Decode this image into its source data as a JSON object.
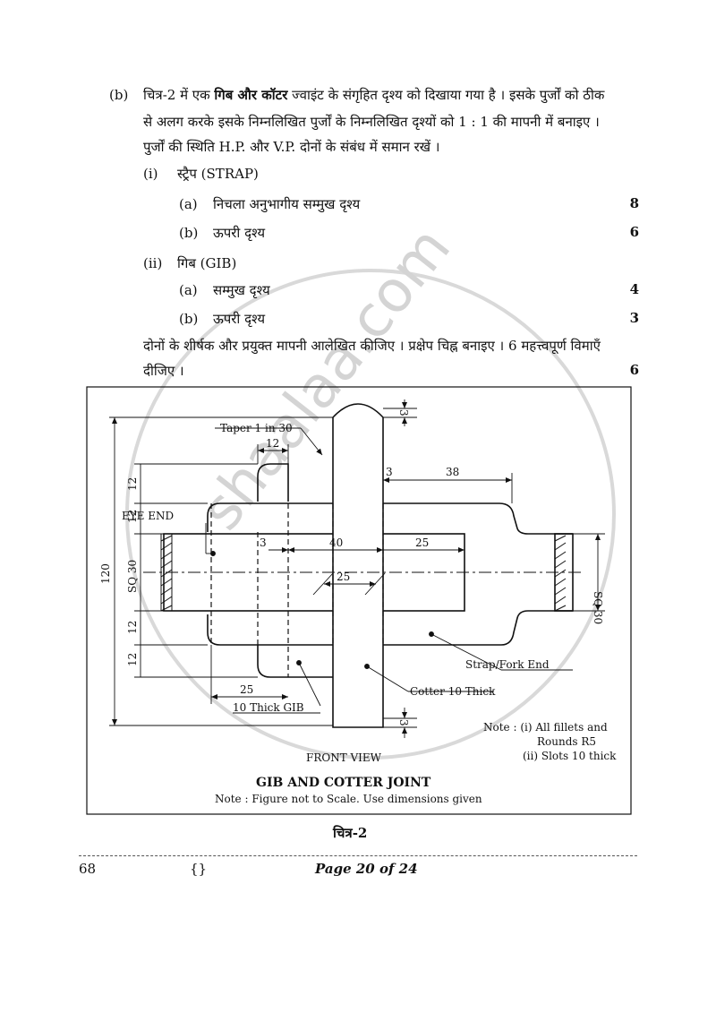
{
  "question": {
    "label": "(b)",
    "line1_a": "चित्र-2 में एक ",
    "line1_bold": "गिब और कॉटर",
    "line1_b": " ज्वाइंट के संगृहित दृश्य को दिखाया गया है । इसके पुर्जों को ठीक",
    "line2": "से अलग करके इसके निम्नलिखित पुर्जों के निम्नलिखित दृश्यों को 1 : 1 की मापनी में बनाइए ।",
    "line3": "पुर्जों की स्थिति H.P. और V.P. दोनों के संबंध में समान रखें ।",
    "parts": [
      {
        "num": "(i)",
        "title": "स्ट्रैप (STRAP)",
        "items": [
          {
            "label": "(a)",
            "text": "निचला अनुभागीय सम्मुख दृश्य",
            "marks": "8"
          },
          {
            "label": "(b)",
            "text": "ऊपरी दृश्य",
            "marks": "6"
          }
        ]
      },
      {
        "num": "(ii)",
        "title": "गिब (GIB)",
        "items": [
          {
            "label": "(a)",
            "text": "सम्मुख दृश्य",
            "marks": "4"
          },
          {
            "label": "(b)",
            "text": "ऊपरी दृश्य",
            "marks": "3"
          }
        ]
      }
    ],
    "closing1": "दोनों के शीर्षक और प्रयुक्त मापनी आलेखित कीजिए । प्रक्षेप चिह्न बनाइए । 6 महत्त्वपूर्ण विमाएँ",
    "closing2": "दीजिए ।",
    "closing_marks": "6"
  },
  "figure": {
    "title": "GIB AND COTTER JOINT",
    "subnote": "Note : Figure not to Scale. Use dimensions given",
    "view_label": "FRONT VIEW",
    "notes": [
      "Note : (i) All fillets and",
      "Rounds R5",
      "(ii) Slots 10 thick"
    ],
    "labels": {
      "taper": "Taper 1 in 30",
      "eye_end": "EYE END",
      "strap": "Strap/Fork End",
      "cotter": "Cotter 10 Thick",
      "gib": "10 Thick GIB"
    },
    "dims": {
      "d12_top": "12",
      "d3_top": "3",
      "d3_mid": "3",
      "d38": "38",
      "d12_a": "12",
      "d12_b": "12",
      "d3_left": "3",
      "d40": "40",
      "d25_right": "25",
      "d25_center": "25",
      "sq30_left": "SQ 30",
      "sq30_right": "SQ 30",
      "d120": "120",
      "d12_c": "12",
      "d12_d": "12",
      "d25_bottom": "25",
      "d3_bottom": "3"
    },
    "caption": "चित्र-2"
  },
  "footer": {
    "page_code": "68",
    "braces": "{}",
    "page": "Page 20 of 24"
  },
  "watermark": "shaalaa.com"
}
